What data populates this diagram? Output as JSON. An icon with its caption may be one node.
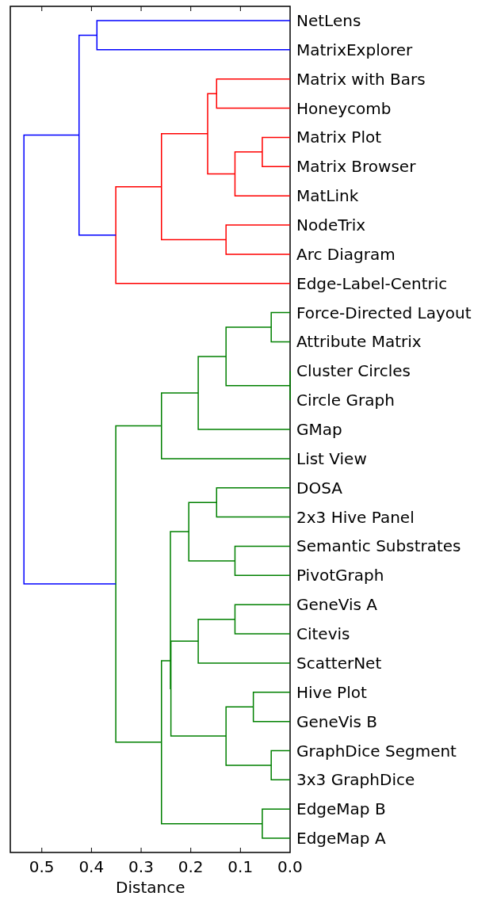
{
  "diagram": {
    "labels": [
      "NetLens",
      "MatrixExplorer",
      "Matrix with Bars",
      "Honeycomb",
      "Matrix Plot",
      "Matrix Browser",
      "MatLink",
      "NodeTrix",
      "Arc Diagram",
      "Edge-Label-Centric",
      "Force-Directed Layout",
      "Attribute Matrix",
      "Cluster Circles",
      "Circle Graph",
      "GMap",
      "List View",
      "DOSA",
      "2x3 Hive Panel",
      "Semantic Substrates",
      "PivotGraph",
      "GeneVis A",
      "Citevis",
      "ScatterNet",
      "Hive Plot",
      "GeneVis B",
      "GraphDice Segment",
      "3x3 GraphDice",
      "EdgeMap B",
      "EdgeMap A",
      "0.5",
      "0.4",
      "0.3",
      "0.2",
      "0.1",
      "0.0",
      "Distance"
    ]
  }
}
